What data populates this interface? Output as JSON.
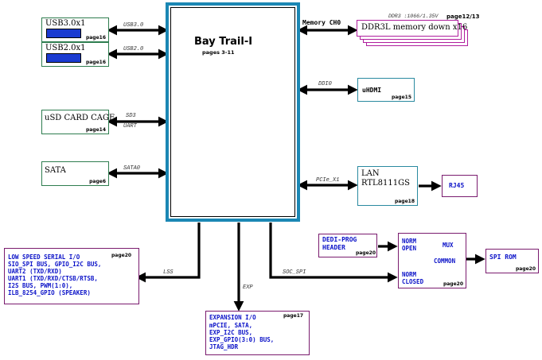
{
  "soc": {
    "title": "Bay Trail-I",
    "pages": "pages 3-11"
  },
  "left_boxes": [
    {
      "id": "usb3",
      "label": "USB3.0x1",
      "page": "page16",
      "bus": "USB3.0"
    },
    {
      "id": "usb2",
      "label": "USB2.0x1",
      "page": "page16",
      "bus": "USB2.0"
    },
    {
      "id": "usd",
      "label": "uSD CARD CAGE",
      "page": "page14",
      "bus1": "SD3",
      "bus2": "UART"
    },
    {
      "id": "sata",
      "label": "SATA",
      "page": "page6",
      "bus": "SATA0"
    }
  ],
  "memory": {
    "channel": "Memory CH0",
    "spec": "DDR3 :1066/1.35V",
    "page": "page12/13",
    "label": "DDR3L memory down x16"
  },
  "uhdmi": {
    "label": "uHDMI",
    "page": "page15",
    "bus": "DDI0"
  },
  "lan": {
    "label1": "LAN",
    "label2": "RTL8111GS",
    "page": "page18",
    "bus": "PCIe_X1"
  },
  "rj45": {
    "label": "RJ45"
  },
  "dediprog": {
    "label1": "DEDI-PROG",
    "label2": "HEADER",
    "page": "page20"
  },
  "mux": {
    "norm_open1": "NORM",
    "norm_open2": "OPEN",
    "mux": "MUX",
    "common": "COMMON",
    "norm_closed1": "NORM",
    "norm_closed2": "CLOSED",
    "page": "page20",
    "bus": "SOC_SPI"
  },
  "spirom": {
    "label": "SPI ROM",
    "page": "page20"
  },
  "lss": {
    "bus": "LSS",
    "page": "page20",
    "lines": [
      "LOW SPEED SERIAL I/O",
      "SIO_SPI BUS, GPIO_I2C BUS,",
      "UART2 (TXD/RXD)",
      "UART1 (TXD/RXD/CTSB/RTSB,",
      "I2S BUS, PWM(1:0),",
      "ILB_8254_GPIO (SPEAKER)"
    ]
  },
  "exp": {
    "bus": "EXP",
    "page": "page17",
    "lines": [
      "EXPANSION I/O",
      "mPCIE, SATA,",
      "EXP_I2C BUS,",
      "EXP_GPIO(3:0) BUS,",
      "JTAG_HDR"
    ]
  }
}
